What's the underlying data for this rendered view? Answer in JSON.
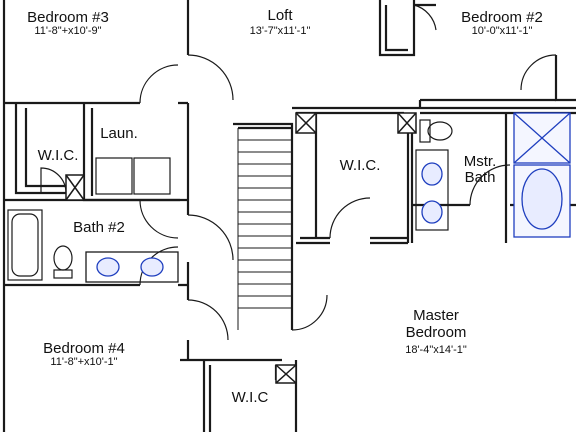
{
  "rooms": {
    "bedroom3": {
      "name": "Bedroom #3",
      "dims": "11'-8\"+x10'-9\""
    },
    "loft": {
      "name": "Loft",
      "dims": "13'-7\"x11'-1\""
    },
    "bedroom2": {
      "name": "Bedroom #2",
      "dims": "10'-0\"x11'-1\""
    },
    "wic_left": {
      "name": "W.I.C."
    },
    "laundry": {
      "name": "Laun."
    },
    "wic_master": {
      "name": "W.I.C."
    },
    "master_bath": {
      "name_line1": "Mstr.",
      "name_line2": "Bath"
    },
    "bath2": {
      "name": "Bath #2"
    },
    "master_bedroom": {
      "name_line1": "Master",
      "name_line2": "Bedroom",
      "dims": "18'-4\"x14'-1\""
    },
    "bedroom4": {
      "name": "Bedroom #4",
      "dims": "11'-8\"+x10'-1\""
    },
    "wic_bottom": {
      "name": "W.I.C"
    }
  },
  "colors": {
    "wall": "#1a1a1a",
    "fixture_blue": "#1f3fbf",
    "fixture_fill": "#e8ecff"
  }
}
